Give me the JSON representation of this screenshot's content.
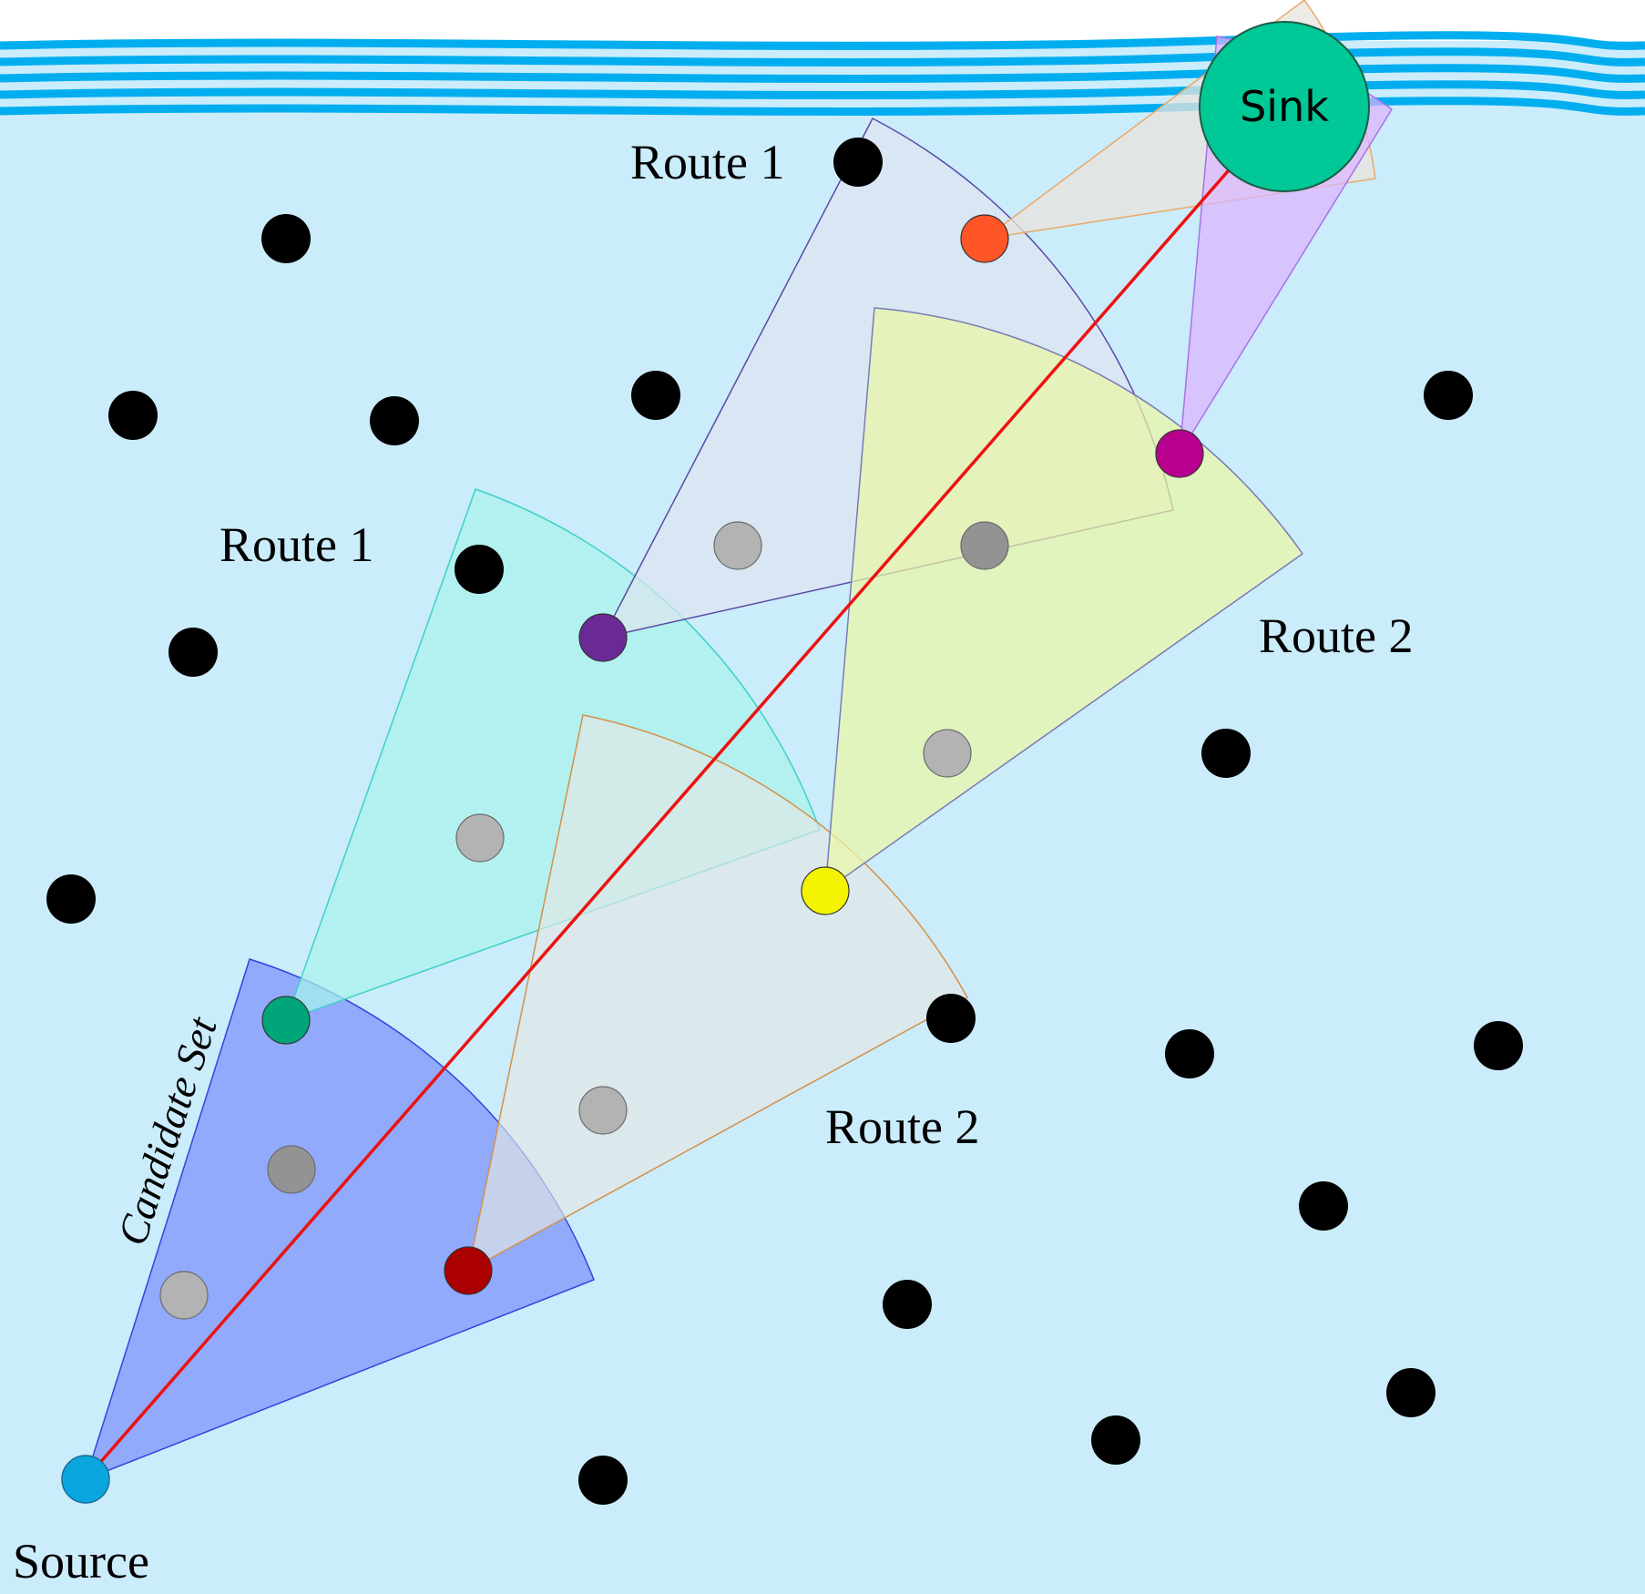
{
  "labels": {
    "sink": "Sink",
    "source": "Source",
    "candidate_set": "Candidate Set",
    "route1_top": "Route 1",
    "route1_mid": "Route 1",
    "route2_right": "Route 2",
    "route2_bottom": "Route 2"
  },
  "colors": {
    "water": "#cbecfb",
    "surface_waves": "#00aeef",
    "direct_path": "#ee1111",
    "sink_node": "#00c896",
    "source_node": "#0aa6e0",
    "idle_node": "#000000",
    "candidate_node": "#b3b3b3",
    "candidate_node_dark": "#939393",
    "relay_green": "#00a67a",
    "relay_dark_red": "#aa0000",
    "relay_purple": "#6a2a95",
    "relay_yellow": "#f4f400",
    "relay_magenta": "#b8008f",
    "relay_orange": "#ff5527",
    "sector_source": "#8da6fb",
    "sector_green": "#b6f1ed",
    "sector_tan": "#d6e3e9",
    "sector_purple": "#cde2f2",
    "sector_yellow": "#dff5b2",
    "sector_orange": "#d9e3e1",
    "sector_magenta": "#d7c3fb"
  },
  "icons": {
    "surface": "wave-lines-icon",
    "sink": "sink-buoy-icon",
    "sensor": "sensor-node-icon"
  }
}
